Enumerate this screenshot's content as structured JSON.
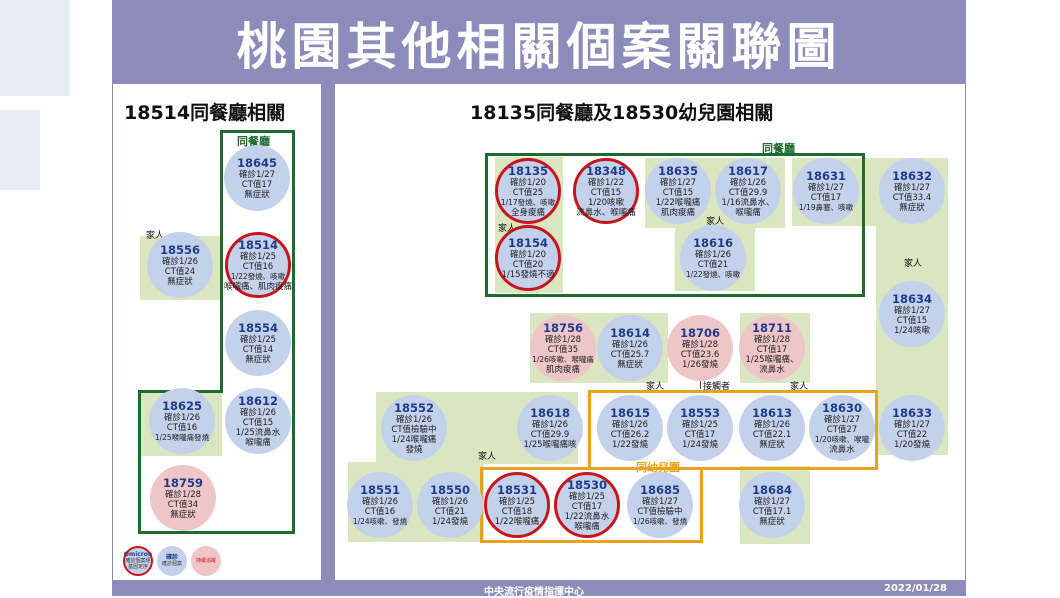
{
  "title": "桃園其他相關個案關聯圖",
  "left_section": {
    "heading": "18514同餐廳相關",
    "group_label": "同餐廳"
  },
  "right_section": {
    "heading": "18135同餐廳及18530幼兒園相關",
    "restaurant_label": "同餐廳",
    "kindergarten_label": "同幼兒園"
  },
  "relation_labels": {
    "family": "家人",
    "contact": "接觸者"
  },
  "legend": {
    "omicron": {
      "title": "Omicron",
      "text": "確診個案經基因定序"
    },
    "confirmed": {
      "title": "確診",
      "text": "確診個案"
    },
    "pending": {
      "text": "持續追蹤"
    }
  },
  "footer": {
    "center": "中央流行疫情指揮中心",
    "date": "2022/01/28"
  },
  "colors": {
    "banner": "#8c8cbb",
    "restaurant_frame": "#1e6b2e",
    "kindergarten_frame": "#eaa11c",
    "case_blue": "#c4d1ea",
    "case_pink": "#efc6c8",
    "omicron_ring": "#c6151f",
    "family_bg": "#d9e6bf",
    "case_id": "#1f3c8c"
  },
  "cases": [
    {
      "id": "18645",
      "lines": [
        "確診1/27",
        "CT值17",
        "無症狀"
      ],
      "color": "blue",
      "ring": false
    },
    {
      "id": "18556",
      "lines": [
        "確診1/26",
        "CT值24",
        "無症狀"
      ],
      "color": "blue",
      "ring": false
    },
    {
      "id": "18514",
      "lines": [
        "確診1/25",
        "CT值16",
        "1/22發燒、咳嗽",
        "喉嚨痛、肌肉痠痛"
      ],
      "color": "blue",
      "ring": true
    },
    {
      "id": "18554",
      "lines": [
        "確診1/25",
        "CT值14",
        "無症狀"
      ],
      "color": "blue",
      "ring": false
    },
    {
      "id": "18625",
      "lines": [
        "確診1/26",
        "CT值16",
        "1/25喉嚨痛發燒"
      ],
      "color": "blue",
      "ring": false
    },
    {
      "id": "18612",
      "lines": [
        "確診1/26",
        "CT值15",
        "1/25流鼻水",
        "喉嚨痛"
      ],
      "color": "blue",
      "ring": false
    },
    {
      "id": "18759",
      "lines": [
        "確診1/28",
        "CT值34",
        "無症狀"
      ],
      "color": "pink",
      "ring": false
    },
    {
      "id": "18135",
      "lines": [
        "確診1/20",
        "CT值25",
        "1/17發燒、咳嗽",
        "全身痠痛"
      ],
      "color": "blue",
      "ring": true
    },
    {
      "id": "18348",
      "lines": [
        "確診1/22",
        "CT值15",
        "1/20咳嗽",
        "流鼻水、喉嚨痛"
      ],
      "color": "blue",
      "ring": true
    },
    {
      "id": "18635",
      "lines": [
        "確診1/27",
        "CT值15",
        "1/22喉嚨痛",
        "肌肉痠痛"
      ],
      "color": "blue",
      "ring": false
    },
    {
      "id": "18617",
      "lines": [
        "確診1/26",
        "CT值29.9",
        "1/16流鼻水、",
        "喉嚨痛"
      ],
      "color": "blue",
      "ring": false
    },
    {
      "id": "18631",
      "lines": [
        "確診1/27",
        "CT值17",
        "1/19鼻塞、咳嗽"
      ],
      "color": "blue",
      "ring": false
    },
    {
      "id": "18632",
      "lines": [
        "確診1/27",
        "CT值33.4",
        "無症狀"
      ],
      "color": "blue",
      "ring": false
    },
    {
      "id": "18154",
      "lines": [
        "確診1/20",
        "CT值20",
        "1/15發燒不適"
      ],
      "color": "blue",
      "ring": true
    },
    {
      "id": "18616",
      "lines": [
        "確診1/26",
        "CT值21",
        "1/22發燒、咳嗽"
      ],
      "color": "blue",
      "ring": false
    },
    {
      "id": "18634",
      "lines": [
        "確診1/27",
        "CT值15",
        "1/24咳嗽"
      ],
      "color": "blue",
      "ring": false
    },
    {
      "id": "18756",
      "lines": [
        "確診1/28",
        "CT值35",
        "1/26咳嗽、喉嚨痛",
        "肌肉痠痛"
      ],
      "color": "pink",
      "ring": false
    },
    {
      "id": "18614",
      "lines": [
        "確診1/26",
        "CT值25.7",
        "無症狀"
      ],
      "color": "blue",
      "ring": false
    },
    {
      "id": "18706",
      "lines": [
        "確診1/28",
        "CT值23.6",
        "1/26發燒"
      ],
      "color": "pink",
      "ring": false
    },
    {
      "id": "18711",
      "lines": [
        "確診1/28",
        "CT值17",
        "1/25喉嚨痛、",
        "流鼻水"
      ],
      "color": "pink",
      "ring": false
    },
    {
      "id": "18552",
      "lines": [
        "確診1/26",
        "CT值檢驗中",
        "1/24喉嚨痛",
        "發燒"
      ],
      "color": "blue",
      "ring": false
    },
    {
      "id": "18618",
      "lines": [
        "確診1/26",
        "CT值29.9",
        "1/25喉嚨痛咳"
      ],
      "color": "blue",
      "ring": false
    },
    {
      "id": "18615",
      "lines": [
        "確診1/26",
        "CT值26.2",
        "1/22發燒"
      ],
      "color": "blue",
      "ring": false
    },
    {
      "id": "18553",
      "lines": [
        "確診1/25",
        "CT值17",
        "1/24發燒"
      ],
      "color": "blue",
      "ring": false
    },
    {
      "id": "18613",
      "lines": [
        "確診1/26",
        "CT值22.1",
        "無症狀"
      ],
      "color": "blue",
      "ring": false
    },
    {
      "id": "18630",
      "lines": [
        "確診1/27",
        "CT值27",
        "1/20咳嗽、喉嚨",
        "流鼻水"
      ],
      "color": "blue",
      "ring": false
    },
    {
      "id": "18633",
      "lines": [
        "確診1/27",
        "CT值22",
        "1/20發燒"
      ],
      "color": "blue",
      "ring": false
    },
    {
      "id": "18551",
      "lines": [
        "確診1/26",
        "CT值16",
        "1/24咳嗽、發燒"
      ],
      "color": "blue",
      "ring": false
    },
    {
      "id": "18550",
      "lines": [
        "確診1/26",
        "CT值21",
        "1/24發燒"
      ],
      "color": "blue",
      "ring": false
    },
    {
      "id": "18531",
      "lines": [
        "確診1/25",
        "CT值18",
        "1/22喉嚨痛"
      ],
      "color": "blue",
      "ring": true
    },
    {
      "id": "18530",
      "lines": [
        "確診1/25",
        "CT值17",
        "1/22流鼻水",
        "喉嚨痛"
      ],
      "color": "blue",
      "ring": true
    },
    {
      "id": "18685",
      "lines": [
        "確診1/27",
        "CT值檢驗中",
        "1/26咳嗽、發燒"
      ],
      "color": "blue",
      "ring": false
    },
    {
      "id": "18684",
      "lines": [
        "確診1/27",
        "CT值17.1",
        "無症狀"
      ],
      "color": "blue",
      "ring": false
    }
  ]
}
